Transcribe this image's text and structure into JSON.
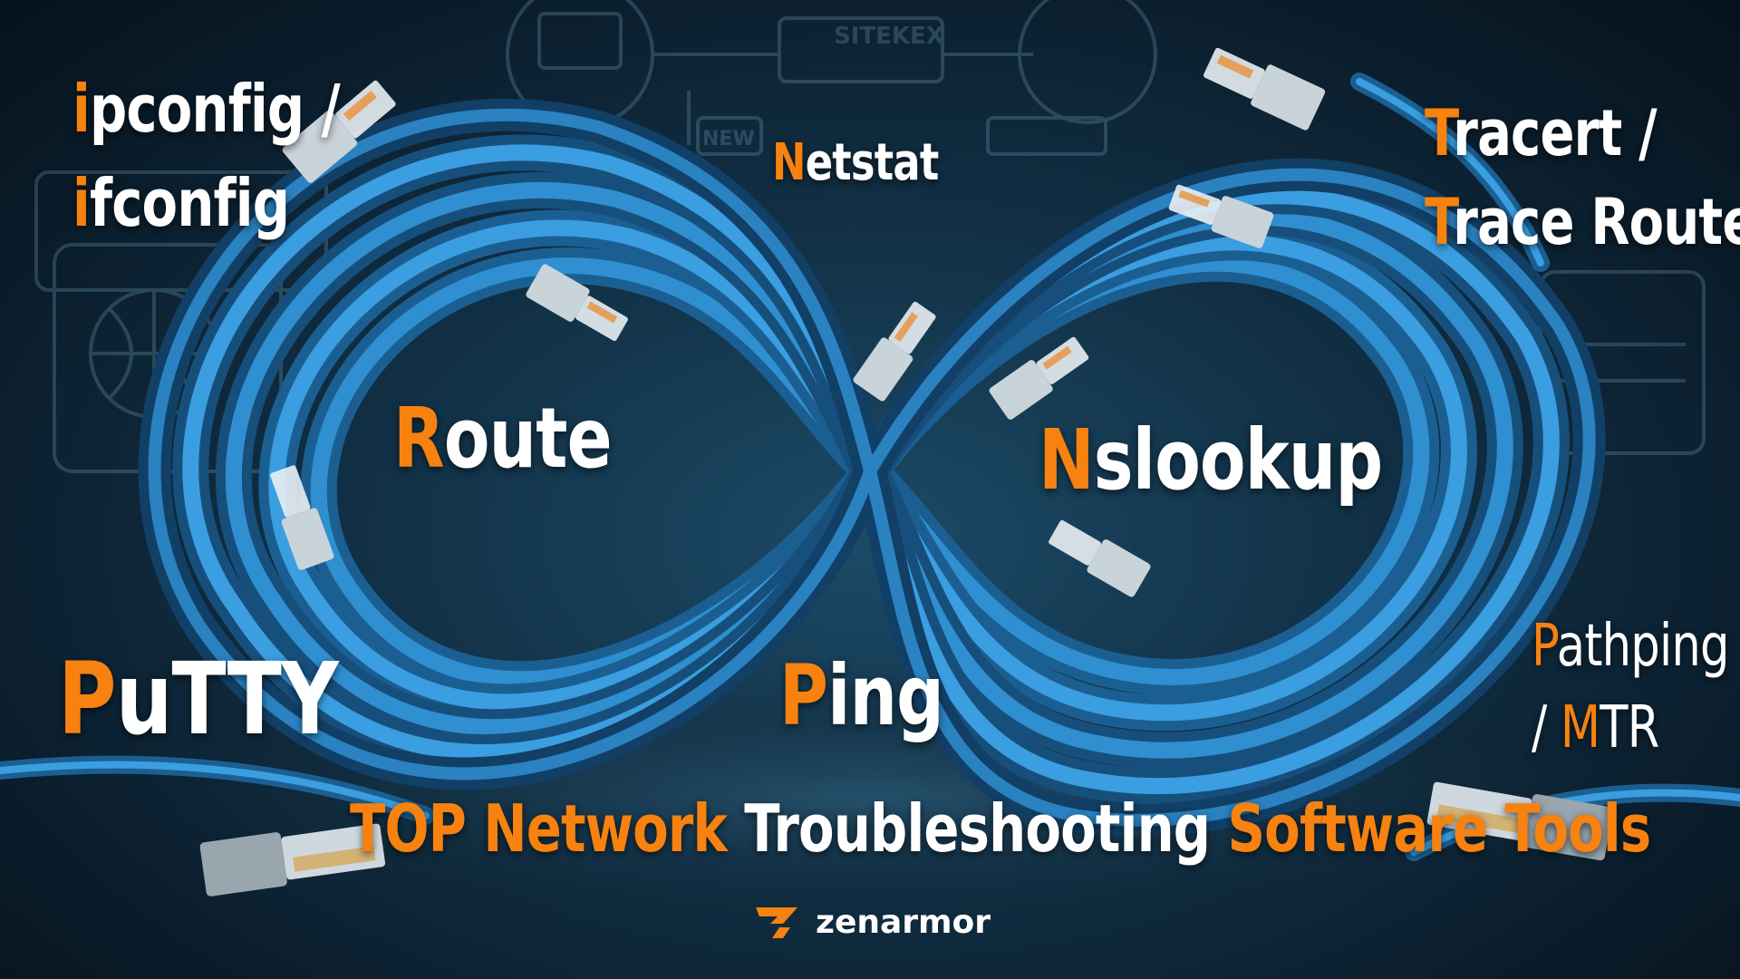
{
  "colors": {
    "accent": "#f7820f",
    "text": "#ffffff",
    "cable": "#2f8fd0"
  },
  "labels": {
    "ipconfig": {
      "line1_first": "i",
      "line1_rest": "pconfig /",
      "line2_first": "i",
      "line2_rest": "fconfig"
    },
    "netstat": {
      "first": "N",
      "rest": "etstat"
    },
    "tracert": {
      "line1_first": "T",
      "line1_rest": "racert /",
      "line2_first": "T",
      "line2_rest": "race Route"
    },
    "route": {
      "first": "R",
      "rest": "oute"
    },
    "nslookup": {
      "first": "N",
      "rest": "slookup"
    },
    "putty": {
      "first": "P",
      "rest": "uTTY"
    },
    "ping": {
      "first": "P",
      "rest": "ing"
    },
    "pathping": {
      "line1_first": "P",
      "line1_rest": "athping",
      "line2_pre": "/ ",
      "line2_first": "M",
      "line2_rest": "TR"
    }
  },
  "title": {
    "part1": "TOP Network",
    "part2": " Troubleshooting ",
    "part3": "Software Tools"
  },
  "brand": {
    "name": "zenarmor",
    "icon": "zenarmor-logo-icon"
  },
  "background": {
    "sign_text_1": "SITEKEX",
    "sign_text_2": "NEW"
  }
}
